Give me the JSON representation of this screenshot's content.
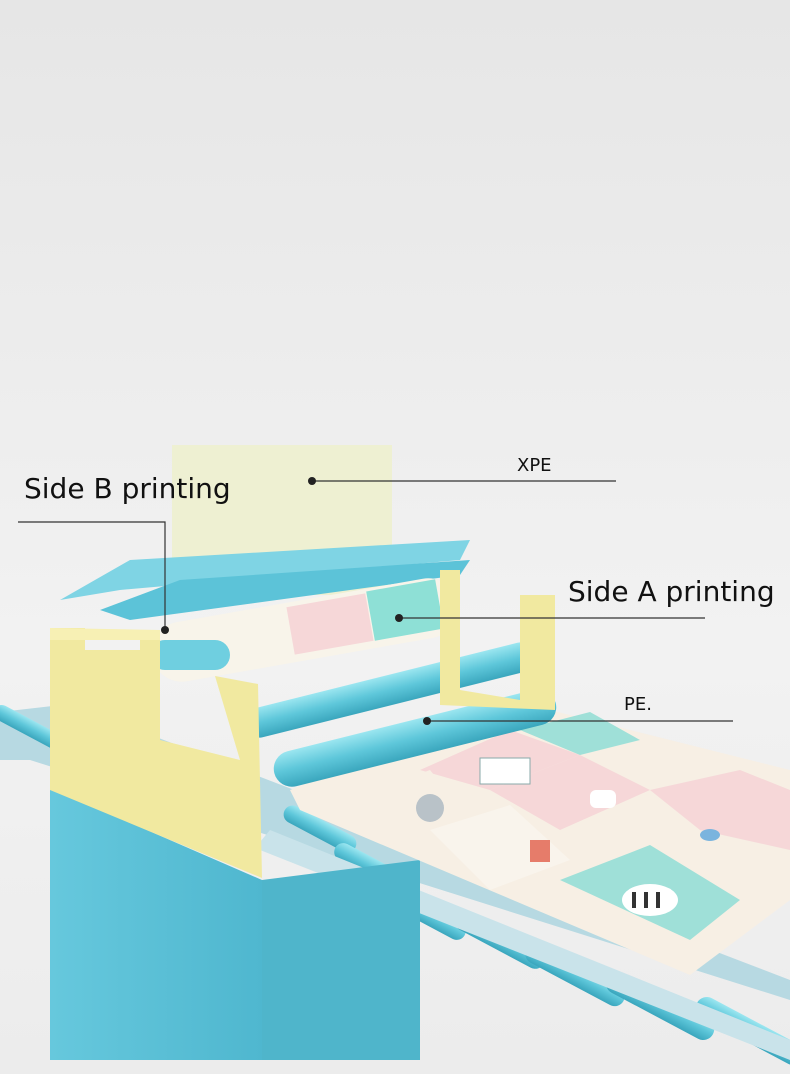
{
  "labels": {
    "side_b": "Side B printing",
    "side_a": "Side A printing",
    "xpe": "XPE",
    "pe": "PE."
  },
  "colors": {
    "machine_blue": "#6fcfe0",
    "frame_yellow": "#f1e9a0",
    "mat_pink": "#f6d7d8",
    "mat_mint": "#9fe0d8",
    "mat_cream": "#f7efe4",
    "leader_line": "#333333"
  },
  "icons": [
    "zebra-icon",
    "koala-icon",
    "bird-icon",
    "llama-icon",
    "windmill-icon",
    "alphabet-tile-icon"
  ]
}
